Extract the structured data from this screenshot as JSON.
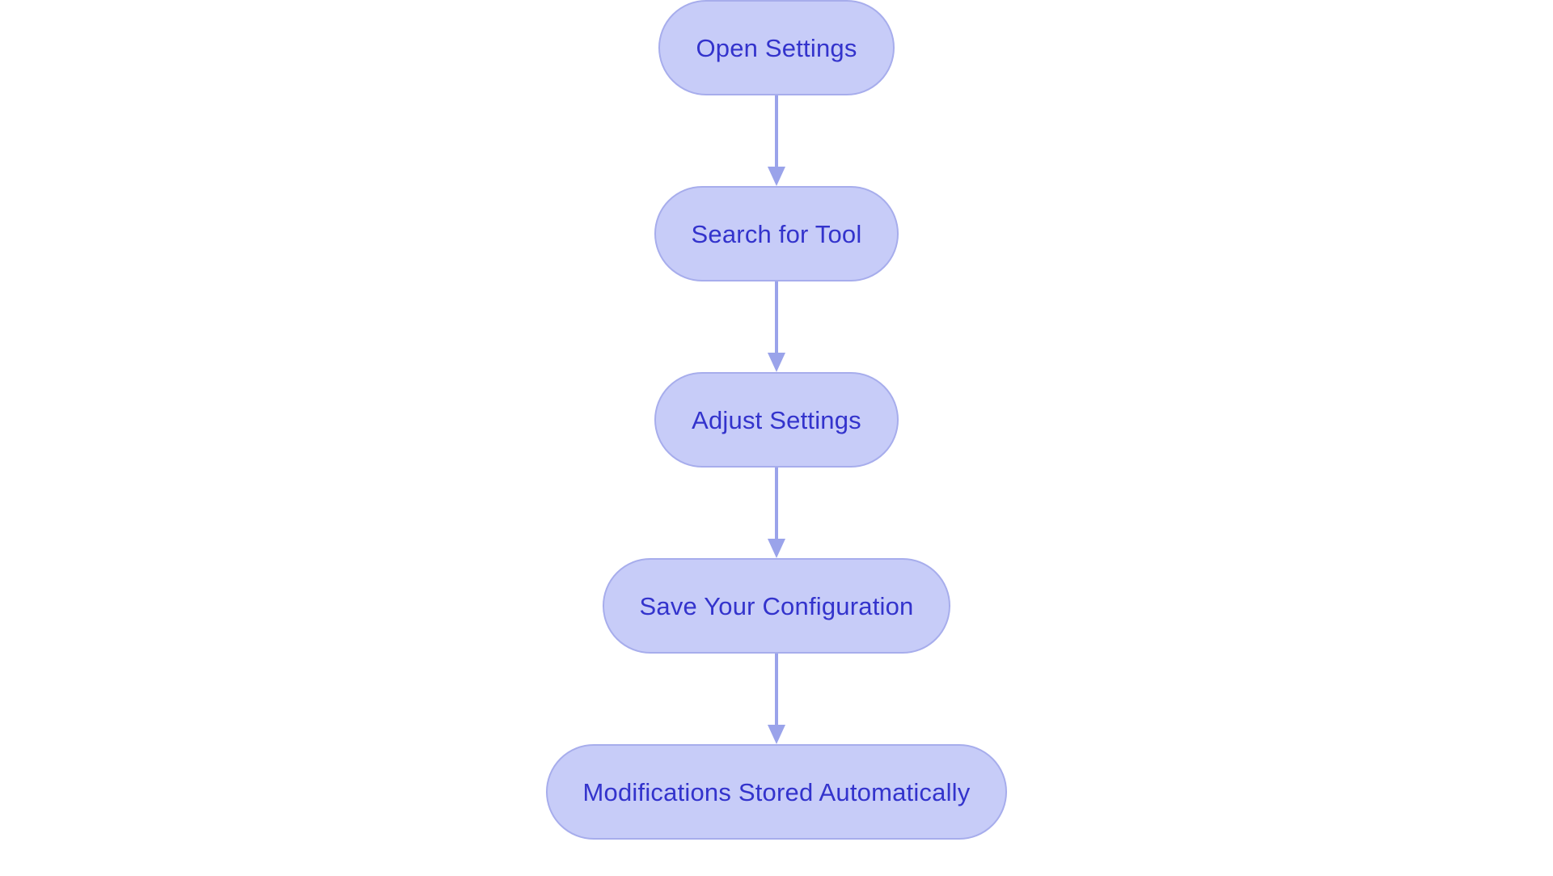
{
  "diagram": {
    "type": "flowchart",
    "orientation": "top-to-bottom",
    "background_color": "#ffffff",
    "node_fill_color": "#c7ccf8",
    "node_border_color": "#a7adec",
    "node_text_color": "#3333cc",
    "edge_color": "#9aa3ea",
    "node_shape": "stadium",
    "nodes": [
      {
        "id": "n1",
        "label": "Open Settings"
      },
      {
        "id": "n2",
        "label": "Search for Tool"
      },
      {
        "id": "n3",
        "label": "Adjust Settings"
      },
      {
        "id": "n4",
        "label": "Save Your Configuration"
      },
      {
        "id": "n5",
        "label": "Modifications Stored Automatically"
      }
    ],
    "edges": [
      {
        "from": "n1",
        "to": "n2",
        "label": "",
        "arrow": "down-arrow-icon"
      },
      {
        "from": "n2",
        "to": "n3",
        "label": "",
        "arrow": "down-arrow-icon"
      },
      {
        "from": "n3",
        "to": "n4",
        "label": "",
        "arrow": "down-arrow-icon"
      },
      {
        "from": "n4",
        "to": "n5",
        "label": "",
        "arrow": "down-arrow-icon"
      }
    ]
  }
}
